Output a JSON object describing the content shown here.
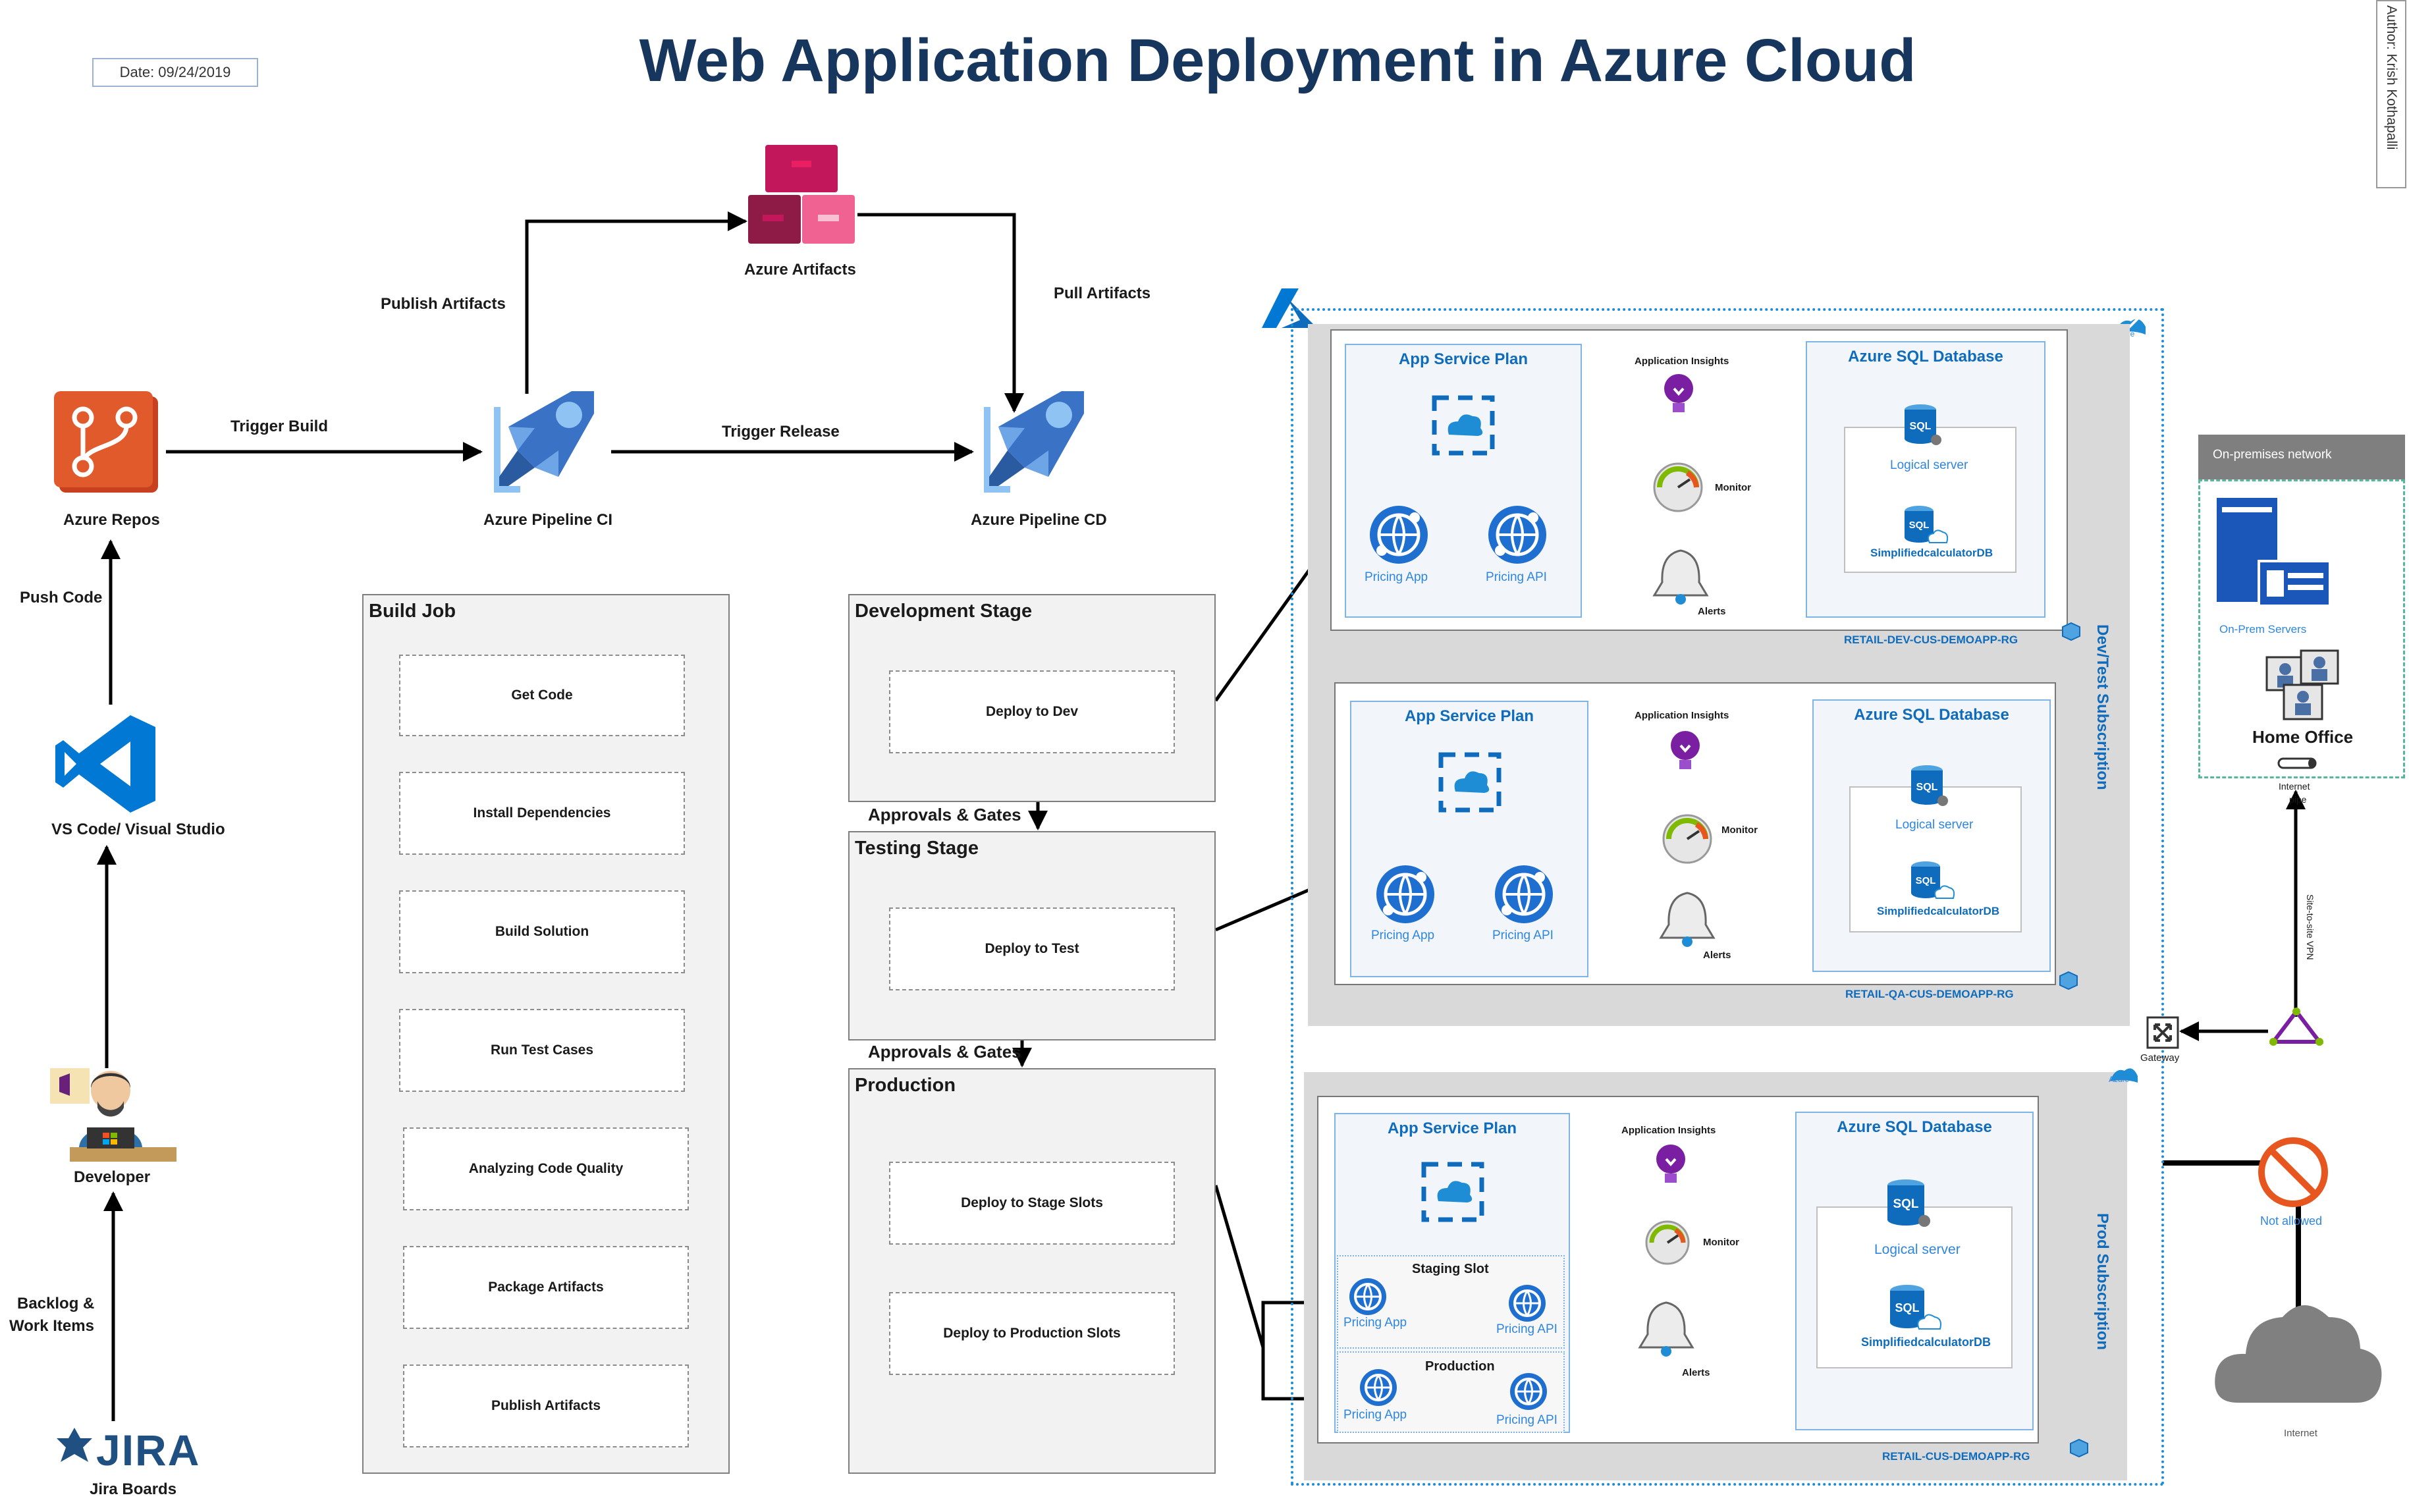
{
  "title": "Web Application Deployment in Azure Cloud",
  "date": "Date: 09/24/2019",
  "author": "Author: Krish Kothapalli",
  "left_column": {
    "repos": "Azure Repos",
    "push_code": "Push Code",
    "vscode": "VS Code/ Visual Studio",
    "developer": "Developer",
    "backlog_line1": "Backlog &",
    "backlog_line2": "Work Items",
    "jira_logo": "JIRA",
    "jira_boards": "Jira Boards"
  },
  "pipeline": {
    "trigger_build": "Trigger Build",
    "ci": "Azure Pipeline CI",
    "publish_artifacts": "Publish Artifacts",
    "artifacts": "Azure Artifacts",
    "pull_artifacts": "Pull Artifacts",
    "trigger_release": "Trigger Release",
    "cd": "Azure Pipeline CD"
  },
  "build_job": {
    "title": "Build Job",
    "steps": [
      "Get Code",
      "Install Dependencies",
      "Build Solution",
      "Run Test Cases",
      "Analyzing Code Quality",
      "Package  Artifacts",
      "Publish Artifacts"
    ]
  },
  "release": {
    "dev_stage": "Development Stage",
    "deploy_dev": "Deploy to Dev",
    "approvals1": "Approvals & Gates",
    "test_stage": "Testing Stage",
    "deploy_test": "Deploy to Test",
    "approvals2": "Approvals & Gates",
    "prod_stage": "Production",
    "deploy_stage_slots": "Deploy to Stage Slots",
    "deploy_prod_slots": "Deploy to Production Slots"
  },
  "azure": {
    "azure_badge": "Azure",
    "devtest_sub": "Dev/Test Subscription",
    "prod_sub": "Prod Subscription",
    "app_service_plan": "App Service Plan",
    "pricing_app": "Pricing App",
    "pricing_api": "Pricing API",
    "app_insights": "Application Insights",
    "monitor": "Monitor",
    "alerts": "Alerts",
    "sql_db": "Azure SQL Database",
    "sql_glyph": "SQL",
    "logical_server": "Logical server",
    "db_name": "SimplifiedcalculatorDB",
    "rg_dev": "RETAIL-DEV-CUS-DEMOAPP-RG",
    "rg_qa": "RETAIL-QA-CUS-DEMOAPP-RG",
    "rg_prod": "RETAIL-CUS-DEMOAPP-RG",
    "staging_slot": "Staging Slot",
    "production_slot": "Production"
  },
  "onprem": {
    "header": "On-premises network",
    "servers": "On-Prem Servers",
    "home_office": "Home Office",
    "internet_pipe_line1": "Internet",
    "internet_pipe_line2": "pipe",
    "vpn": "Site-to-site VPN",
    "gateway": "Gateway",
    "not_allowed": "Not allowed",
    "internet": "Internet"
  },
  "colors": {
    "title": "#17365d",
    "azure_blue": "#0f6cbd",
    "light_blue": "#2e86de",
    "repos_orange": "#e05a2b",
    "vs_blue": "#0078d4",
    "artifacts_pink": "#c2185b",
    "insights_purple": "#7b1fa2",
    "vpn_purple": "#7b1fa2",
    "forbidden": "#e8561f",
    "cloud_grey": "#808080"
  }
}
